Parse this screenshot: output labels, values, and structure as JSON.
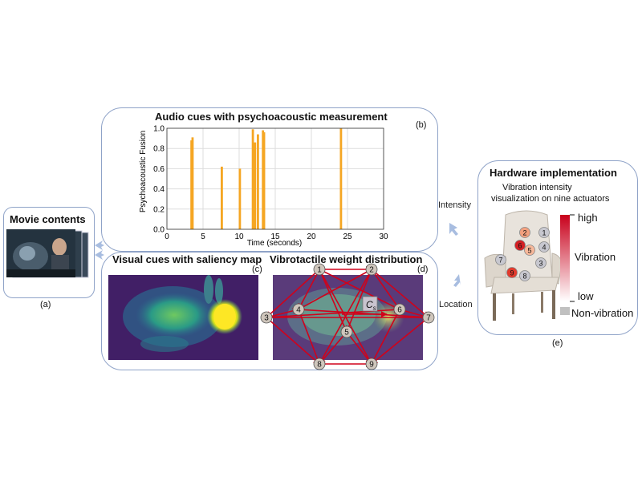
{
  "movie": {
    "title": "Movie contents",
    "caption": "(a)"
  },
  "audio": {
    "title": "Audio cues with psychoacoustic measurement",
    "caption": "(b)"
  },
  "chart_data": {
    "type": "bar",
    "xlabel": "Time (seconds)",
    "ylabel": "Psychoacoustic Fusion",
    "xlim": [
      0,
      30
    ],
    "ylim": [
      0,
      1.0
    ],
    "xticks": [
      "0",
      "5",
      "10",
      "15",
      "20",
      "25",
      "30"
    ],
    "yticks": [
      "0.0",
      "0.2",
      "0.4",
      "0.6",
      "0.8",
      "1.0"
    ],
    "grid": true,
    "color": "#f5a623",
    "x": [
      3.4,
      3.55,
      7.6,
      10.1,
      11.9,
      12.2,
      12.6,
      13.3,
      13.45,
      24.1
    ],
    "values": [
      0.88,
      0.91,
      0.62,
      0.6,
      0.99,
      0.86,
      0.94,
      0.98,
      0.96,
      1.0
    ]
  },
  "visual": {
    "title": "Visual cues with saliency map",
    "caption": "(c)"
  },
  "vibro": {
    "title": "Vibrotactile weight distribution",
    "caption": "(d)",
    "centroid_label": "C",
    "centroid_sub": "s",
    "nodes": [
      "1",
      "2",
      "3",
      "4",
      "5",
      "6",
      "7",
      "8",
      "9"
    ]
  },
  "hardware": {
    "title": "Hardware implementation",
    "subtitle_line1": "Vibration intensity",
    "subtitle_line2": "visualization on nine actuators",
    "legend_high": "high",
    "legend_mid": "Vibration",
    "legend_low": "low",
    "legend_non": "Non-vibration",
    "caption": "(e)",
    "actuators": [
      "1",
      "2",
      "3",
      "4",
      "5",
      "6",
      "7",
      "8",
      "9"
    ]
  },
  "arrows": {
    "intensity": "Intensity",
    "location": "Location"
  }
}
